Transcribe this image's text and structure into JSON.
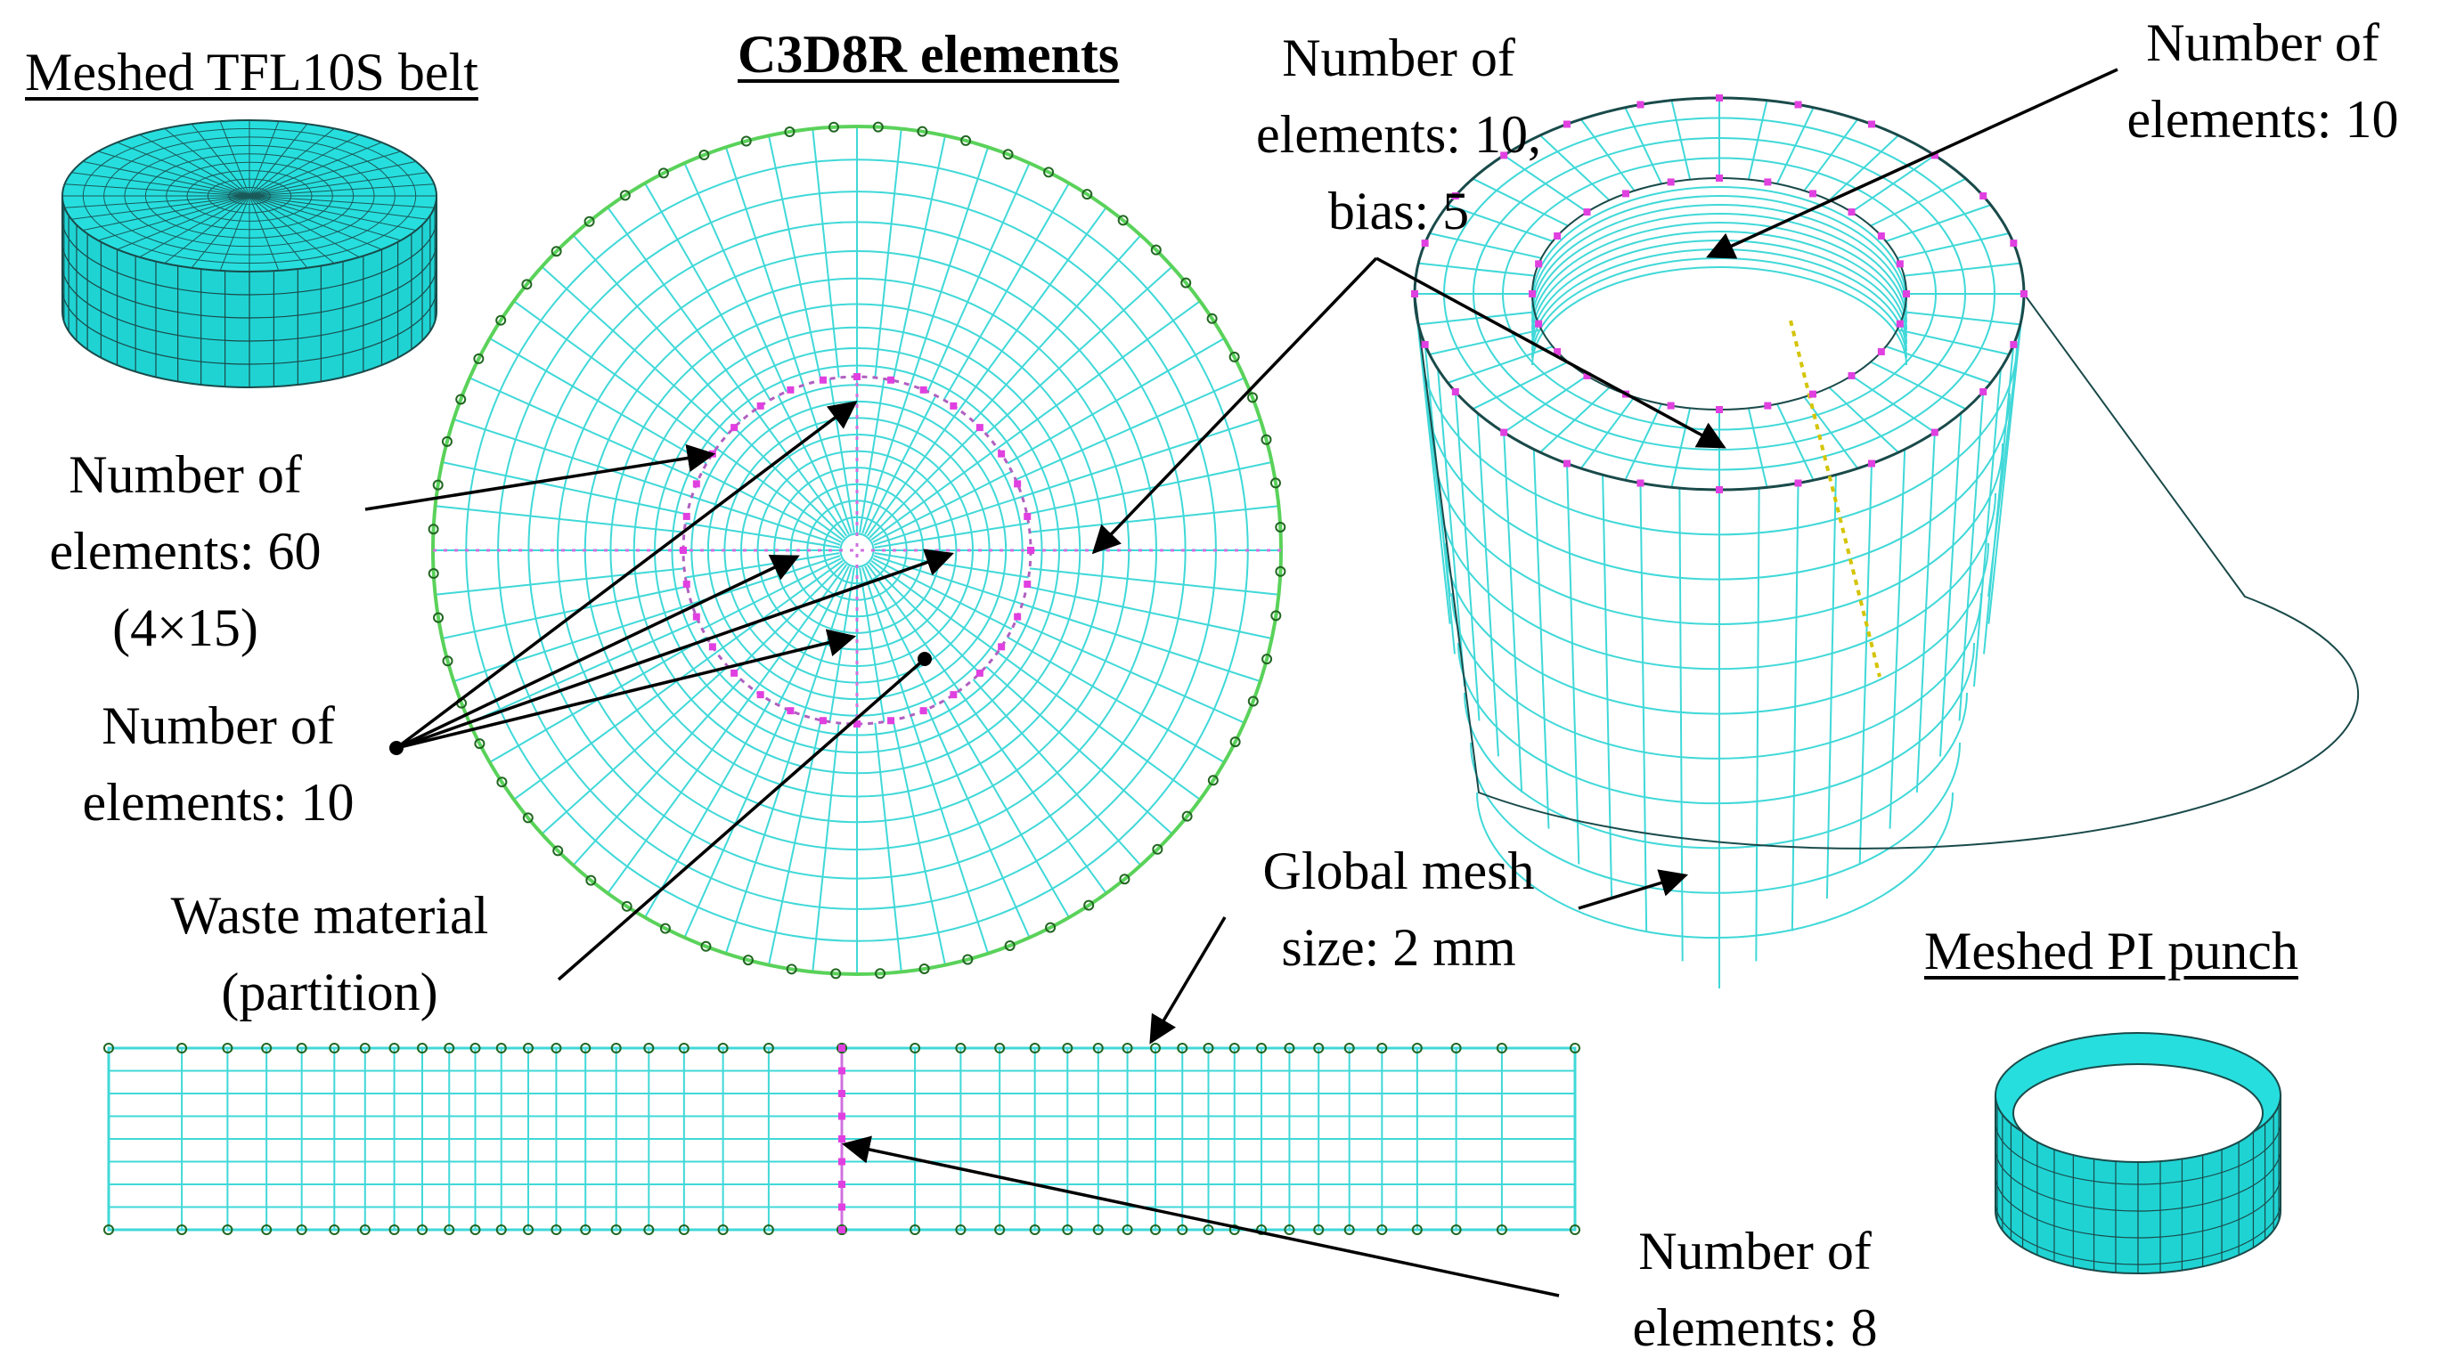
{
  "titles": {
    "belt": "Meshed TFL10S belt",
    "elements": "C3D8R elements",
    "punch": "Meshed PI punch"
  },
  "annotations": {
    "n60": [
      "Number of",
      "elements: 60",
      "(4×15)"
    ],
    "n10_left": [
      "Number of",
      "elements: 10"
    ],
    "waste": [
      "Waste material",
      "(partition)"
    ],
    "bias": [
      "Number of",
      "elements: 10,",
      "bias: 5"
    ],
    "n10_right": [
      "Number of",
      "elements: 10"
    ],
    "global": [
      "Global mesh",
      "size: 2 mm"
    ],
    "n8": [
      "Number of",
      "elements: 8"
    ]
  },
  "colors": {
    "mesh_line": "#40d8d8",
    "solid_fill": "#1fd3d3",
    "solid_edge": "#1a4a4a",
    "seed_square": "#e040e0",
    "seed_circle": "#226622",
    "outline_green": "#5ad25a",
    "arrow": "#000000",
    "dotted_yellow": "#d4c400"
  }
}
